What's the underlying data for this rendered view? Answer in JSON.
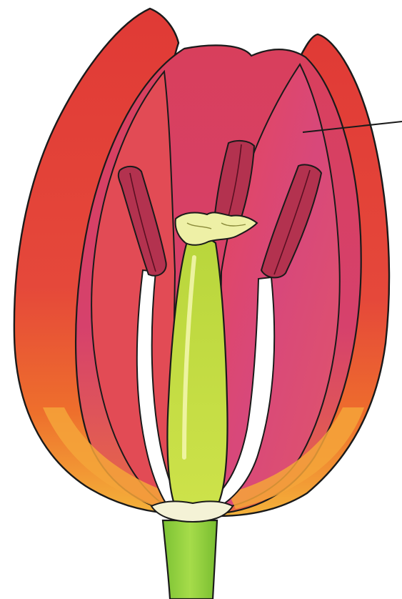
{
  "diagram": {
    "subject": "tulip-flower-cross-section",
    "labels": [],
    "pointer_lines": 1,
    "stamen_count": 3
  },
  "colors": {
    "petal_red": "#e8402f",
    "petal_pink": "#d9436e",
    "petal_orange": "#f07a2a",
    "petal_base_yellow": "#f6c23a",
    "anther": "#b3324f",
    "filament": "#ffffff",
    "pistil_green": "#b8d63a",
    "stigma": "#f2f0a8",
    "stem_green": "#8ccf3a",
    "outline": "#1a1a1a"
  }
}
